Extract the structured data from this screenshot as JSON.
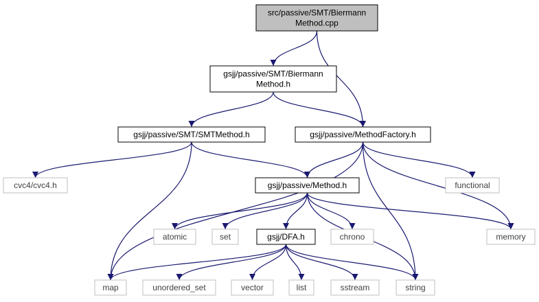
{
  "nodes": [
    {
      "id": "root",
      "lines": [
        "src/passive/SMT/Biermann",
        "Method.cpp"
      ],
      "style": "root"
    },
    {
      "id": "biermann_h",
      "lines": [
        "gsjj/passive/SMT/Biermann",
        "Method.h"
      ],
      "style": "local"
    },
    {
      "id": "smtmethod_h",
      "lines": [
        "gsjj/passive/SMT/SMTMethod.h"
      ],
      "style": "local"
    },
    {
      "id": "methodfactory_h",
      "lines": [
        "gsjj/passive/MethodFactory.h"
      ],
      "style": "local"
    },
    {
      "id": "cvc4_h",
      "lines": [
        "cvc4/cvc4.h"
      ],
      "style": "external"
    },
    {
      "id": "method_h",
      "lines": [
        "gsjj/passive/Method.h"
      ],
      "style": "local"
    },
    {
      "id": "functional",
      "lines": [
        "functional"
      ],
      "style": "external"
    },
    {
      "id": "atomic",
      "lines": [
        "atomic"
      ],
      "style": "external"
    },
    {
      "id": "set",
      "lines": [
        "set"
      ],
      "style": "external"
    },
    {
      "id": "dfa_h",
      "lines": [
        "gsjj/DFA.h"
      ],
      "style": "local"
    },
    {
      "id": "chrono",
      "lines": [
        "chrono"
      ],
      "style": "external"
    },
    {
      "id": "memory",
      "lines": [
        "memory"
      ],
      "style": "external"
    },
    {
      "id": "map",
      "lines": [
        "map"
      ],
      "style": "external"
    },
    {
      "id": "unordered_set",
      "lines": [
        "unordered_set"
      ],
      "style": "external"
    },
    {
      "id": "vector",
      "lines": [
        "vector"
      ],
      "style": "external"
    },
    {
      "id": "list",
      "lines": [
        "list"
      ],
      "style": "external"
    },
    {
      "id": "sstream",
      "lines": [
        "sstream"
      ],
      "style": "external"
    },
    {
      "id": "string",
      "lines": [
        "string"
      ],
      "style": "external"
    }
  ],
  "edges": [
    [
      "root",
      "biermann_h"
    ],
    [
      "root",
      "methodfactory_h"
    ],
    [
      "biermann_h",
      "smtmethod_h"
    ],
    [
      "biermann_h",
      "methodfactory_h"
    ],
    [
      "smtmethod_h",
      "cvc4_h"
    ],
    [
      "smtmethod_h",
      "method_h"
    ],
    [
      "smtmethod_h",
      "map"
    ],
    [
      "methodfactory_h",
      "method_h"
    ],
    [
      "methodfactory_h",
      "functional"
    ],
    [
      "methodfactory_h",
      "memory"
    ],
    [
      "methodfactory_h",
      "map"
    ],
    [
      "methodfactory_h",
      "string"
    ],
    [
      "method_h",
      "atomic"
    ],
    [
      "method_h",
      "set"
    ],
    [
      "method_h",
      "dfa_h"
    ],
    [
      "method_h",
      "chrono"
    ],
    [
      "method_h",
      "memory"
    ],
    [
      "method_h",
      "string"
    ],
    [
      "dfa_h",
      "map"
    ],
    [
      "dfa_h",
      "unordered_set"
    ],
    [
      "dfa_h",
      "vector"
    ],
    [
      "dfa_h",
      "list"
    ],
    [
      "dfa_h",
      "sstream"
    ],
    [
      "dfa_h",
      "string"
    ]
  ],
  "colors": {
    "root_fill": "#bfbfbf",
    "root_border": "#000000",
    "local_border": "#000000",
    "external_border": "#bfbfbf",
    "external_text": "#404040",
    "edge": "#191970"
  }
}
